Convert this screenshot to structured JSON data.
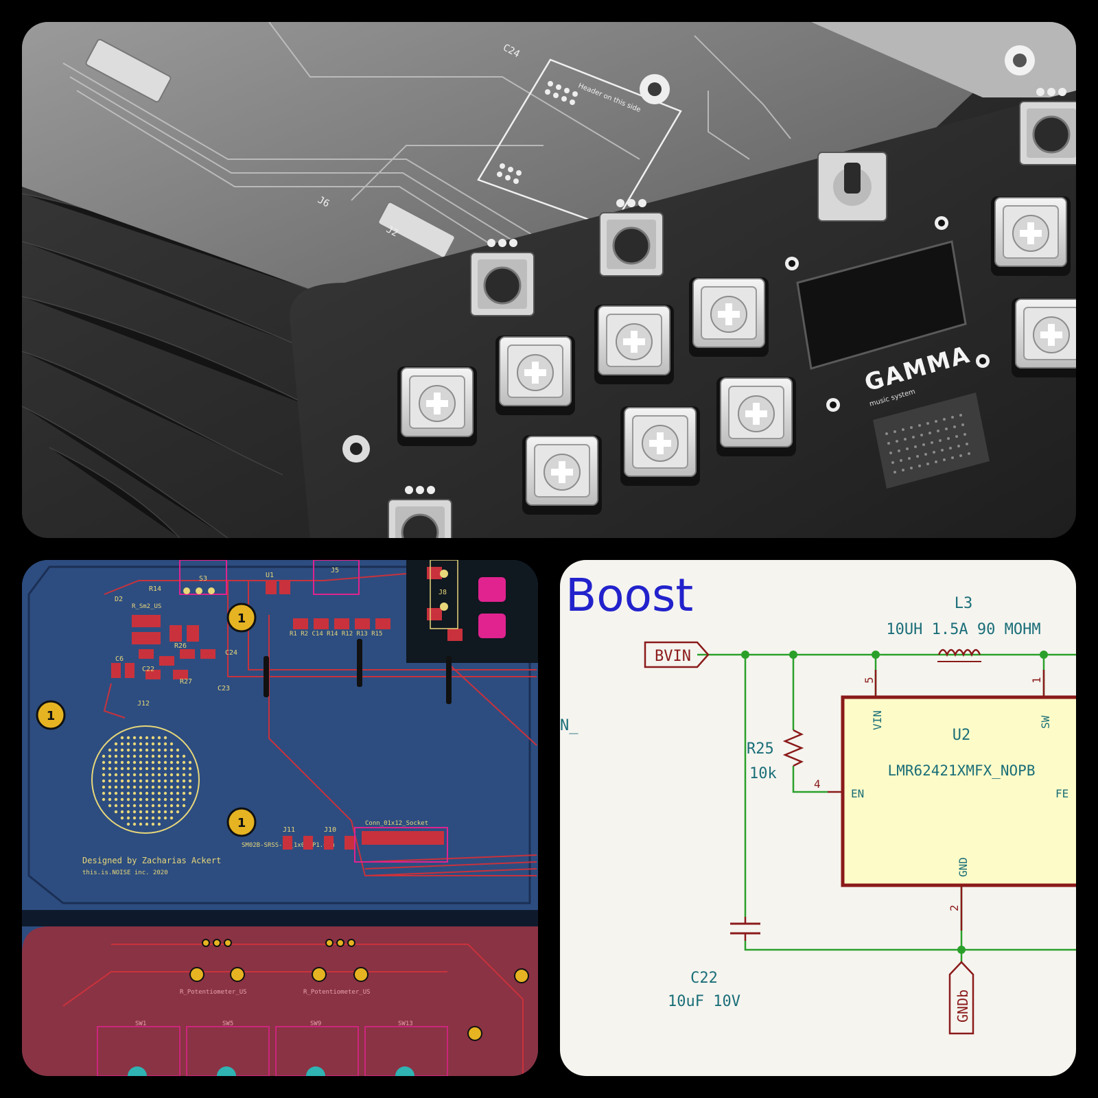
{
  "photo": {
    "logo_text": "GAMMA",
    "logo_sub": "music system",
    "board_label_j6": "J6",
    "board_label_j2": "J2",
    "board_label_c24": "C24",
    "board_note": "Header on this side"
  },
  "pcb": {
    "credit_line1": "Designed by Zacharias Ackert",
    "credit_line2": "this.is.NOISE inc. 2020",
    "labels": {
      "s3": "S3",
      "u1": "U1",
      "j5": "J5",
      "j8": "J8",
      "d2": "D2",
      "r14": "R14",
      "r_sm": "R_Sm2_US",
      "c24": "C24",
      "c23": "C23",
      "c22": "C22",
      "r26": "R26",
      "r27": "R27",
      "c6": "C6",
      "j12": "J12",
      "row_parts": "R1 R2 C14 R14 R12 R13 R15",
      "j11": "J11",
      "j10": "J10",
      "conn_socket": "Conn_01x12_Socket",
      "sm02b": "SM02B-SRSS-TB_1x02_P1.0mm",
      "pot_left": "R_Potentiometer_US",
      "pot_right": "R_Potentiometer_US",
      "sw1": "SW1",
      "sw5": "SW5",
      "sw9": "SW9",
      "sw13": "SW13"
    },
    "badges": [
      "1",
      "1",
      "1"
    ]
  },
  "schematic": {
    "title": "Boost",
    "inductor_ref": "L3",
    "inductor_value": "10UH 1.5A 90 MOHM",
    "net_in": "BVIN",
    "net_gnd": "GNDb",
    "left_net_fragment": "N_",
    "resistor_ref": "R25",
    "resistor_value": "10k",
    "cap_ref": "C22",
    "cap_value": "10uF 10V",
    "ic_ref": "U2",
    "ic_value": "LMR62421XMFX_NOPB",
    "pins": {
      "vin_name": "VIN",
      "vin_num": "5",
      "sw_name": "SW",
      "sw_num": "1",
      "en_name": "EN",
      "en_num": "4",
      "gnd_name": "GND",
      "gnd_num": "2",
      "fb_name": "FE"
    }
  },
  "colors": {
    "pcb_blue": "#2d4d80",
    "pcb_red": "#c9323c",
    "pcb_magenta": "#e0238f",
    "silk_yellow": "#e8d77a",
    "sch_wire": "#2aa02a",
    "sch_component": "#8a1a1a",
    "sch_ic_fill": "#fdfbc8",
    "sch_text_teal": "#1a6e78",
    "sch_title_blue": "#2222cc"
  }
}
